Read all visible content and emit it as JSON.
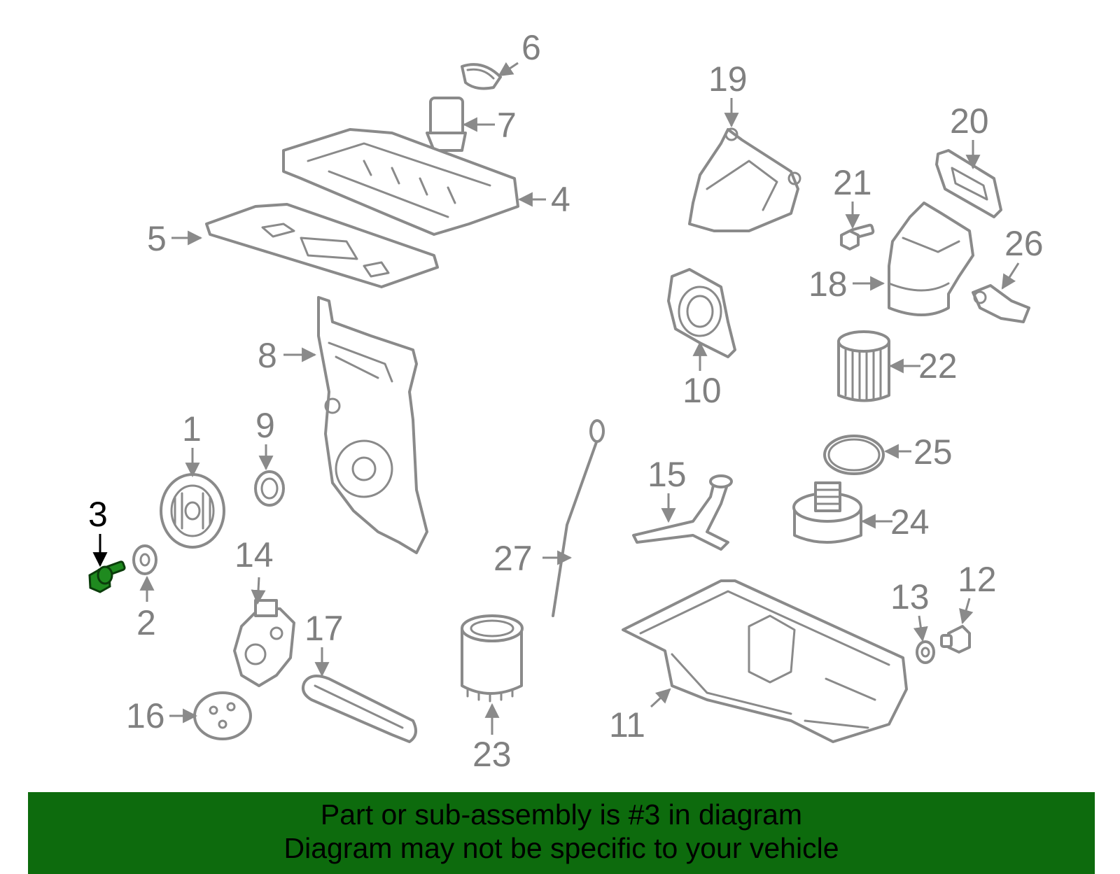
{
  "highlight": {
    "number": "3",
    "color": "#1f8a1f"
  },
  "callouts": [
    "1",
    "2",
    "3",
    "4",
    "5",
    "6",
    "7",
    "8",
    "9",
    "10",
    "11",
    "12",
    "13",
    "14",
    "15",
    "16",
    "17",
    "18",
    "19",
    "20",
    "21",
    "22",
    "23",
    "24",
    "25",
    "26",
    "27"
  ],
  "banner": {
    "line1": "Part or sub-assembly is #3 in diagram",
    "line2": "Diagram may not be specific to your vehicle",
    "color": "#0d6b0d"
  }
}
